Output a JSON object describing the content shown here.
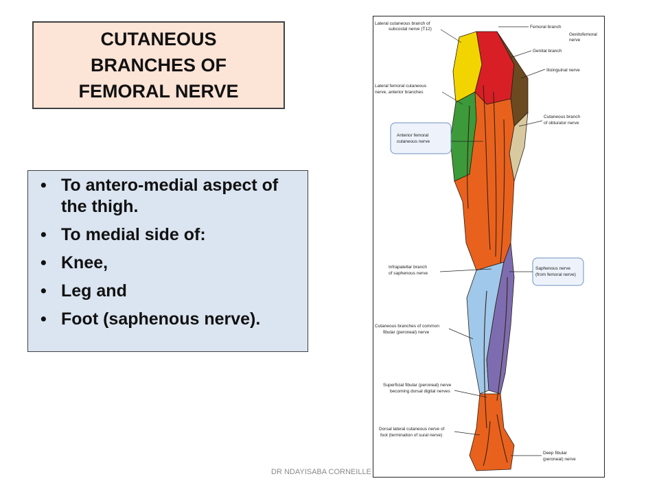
{
  "title": {
    "line1": "CUTANEOUS",
    "line2": "BRANCHES OF",
    "line3": "FEMORAL NERVE"
  },
  "bullets": [
    "To antero-medial aspect of the thigh.",
    "To medial side of:",
    "Knee,",
    "Leg and",
    "Foot (saphenous nerve)."
  ],
  "figure": {
    "labels": {
      "lateral_cutaneous_subcostal_1": "Lateral cutaneous branch of",
      "lateral_cutaneous_subcostal_2": "subcostal nerve (T12)",
      "femoral_branch": "Femoral branch",
      "genitofemoral_1": "Genitofemoral",
      "genitofemoral_2": "nerve",
      "genital_branch": "Genital branch",
      "ilioinguinal": "Ilioinguinal nerve",
      "lateral_femoral_1": "Lateral femoral cutaneous",
      "lateral_femoral_2": "nerve, anterior branches",
      "obturator_1": "Cutaneous branch",
      "obturator_2": "of obturator nerve",
      "anterior_femoral_1": "Anterior femoral",
      "anterior_femoral_2": "cutaneous nerve",
      "infrapatellar_1": "Infrapatellar branch",
      "infrapatellar_2": "of saphenous nerve",
      "saphenous_1": "Saphenous nerve",
      "saphenous_2": "(from femoral nerve)",
      "fibular_1": "Cutaneous branches of common",
      "fibular_2": "fibular (peroneal) nerve",
      "superficial_1": "Superficial fibular (peroneal) nerve",
      "superficial_2": "becoming dorsal digital nerves",
      "dorsal_lateral_1": "Dorsal lateral cutaneous nerve of",
      "dorsal_lateral_2": "foot (termination of sural nerve)",
      "deep_fibular_1": "Deep fibular",
      "deep_fibular_2": "(peroneal) nerve"
    },
    "colors": {
      "femoral": "#e8621e",
      "saphenous": "#7d6db0",
      "common_fibular": "#9fc8ea",
      "lateral_femoral": "#3c9a3a",
      "subcostal": "#f2d500",
      "genitofemoral": "#d81f26",
      "ilioinguinal": "#6b4a22",
      "obturator": "#d8c9a0",
      "nerve_lines": "#3a2010"
    }
  },
  "footer": "DR NDAYISABA CORNEILLE"
}
